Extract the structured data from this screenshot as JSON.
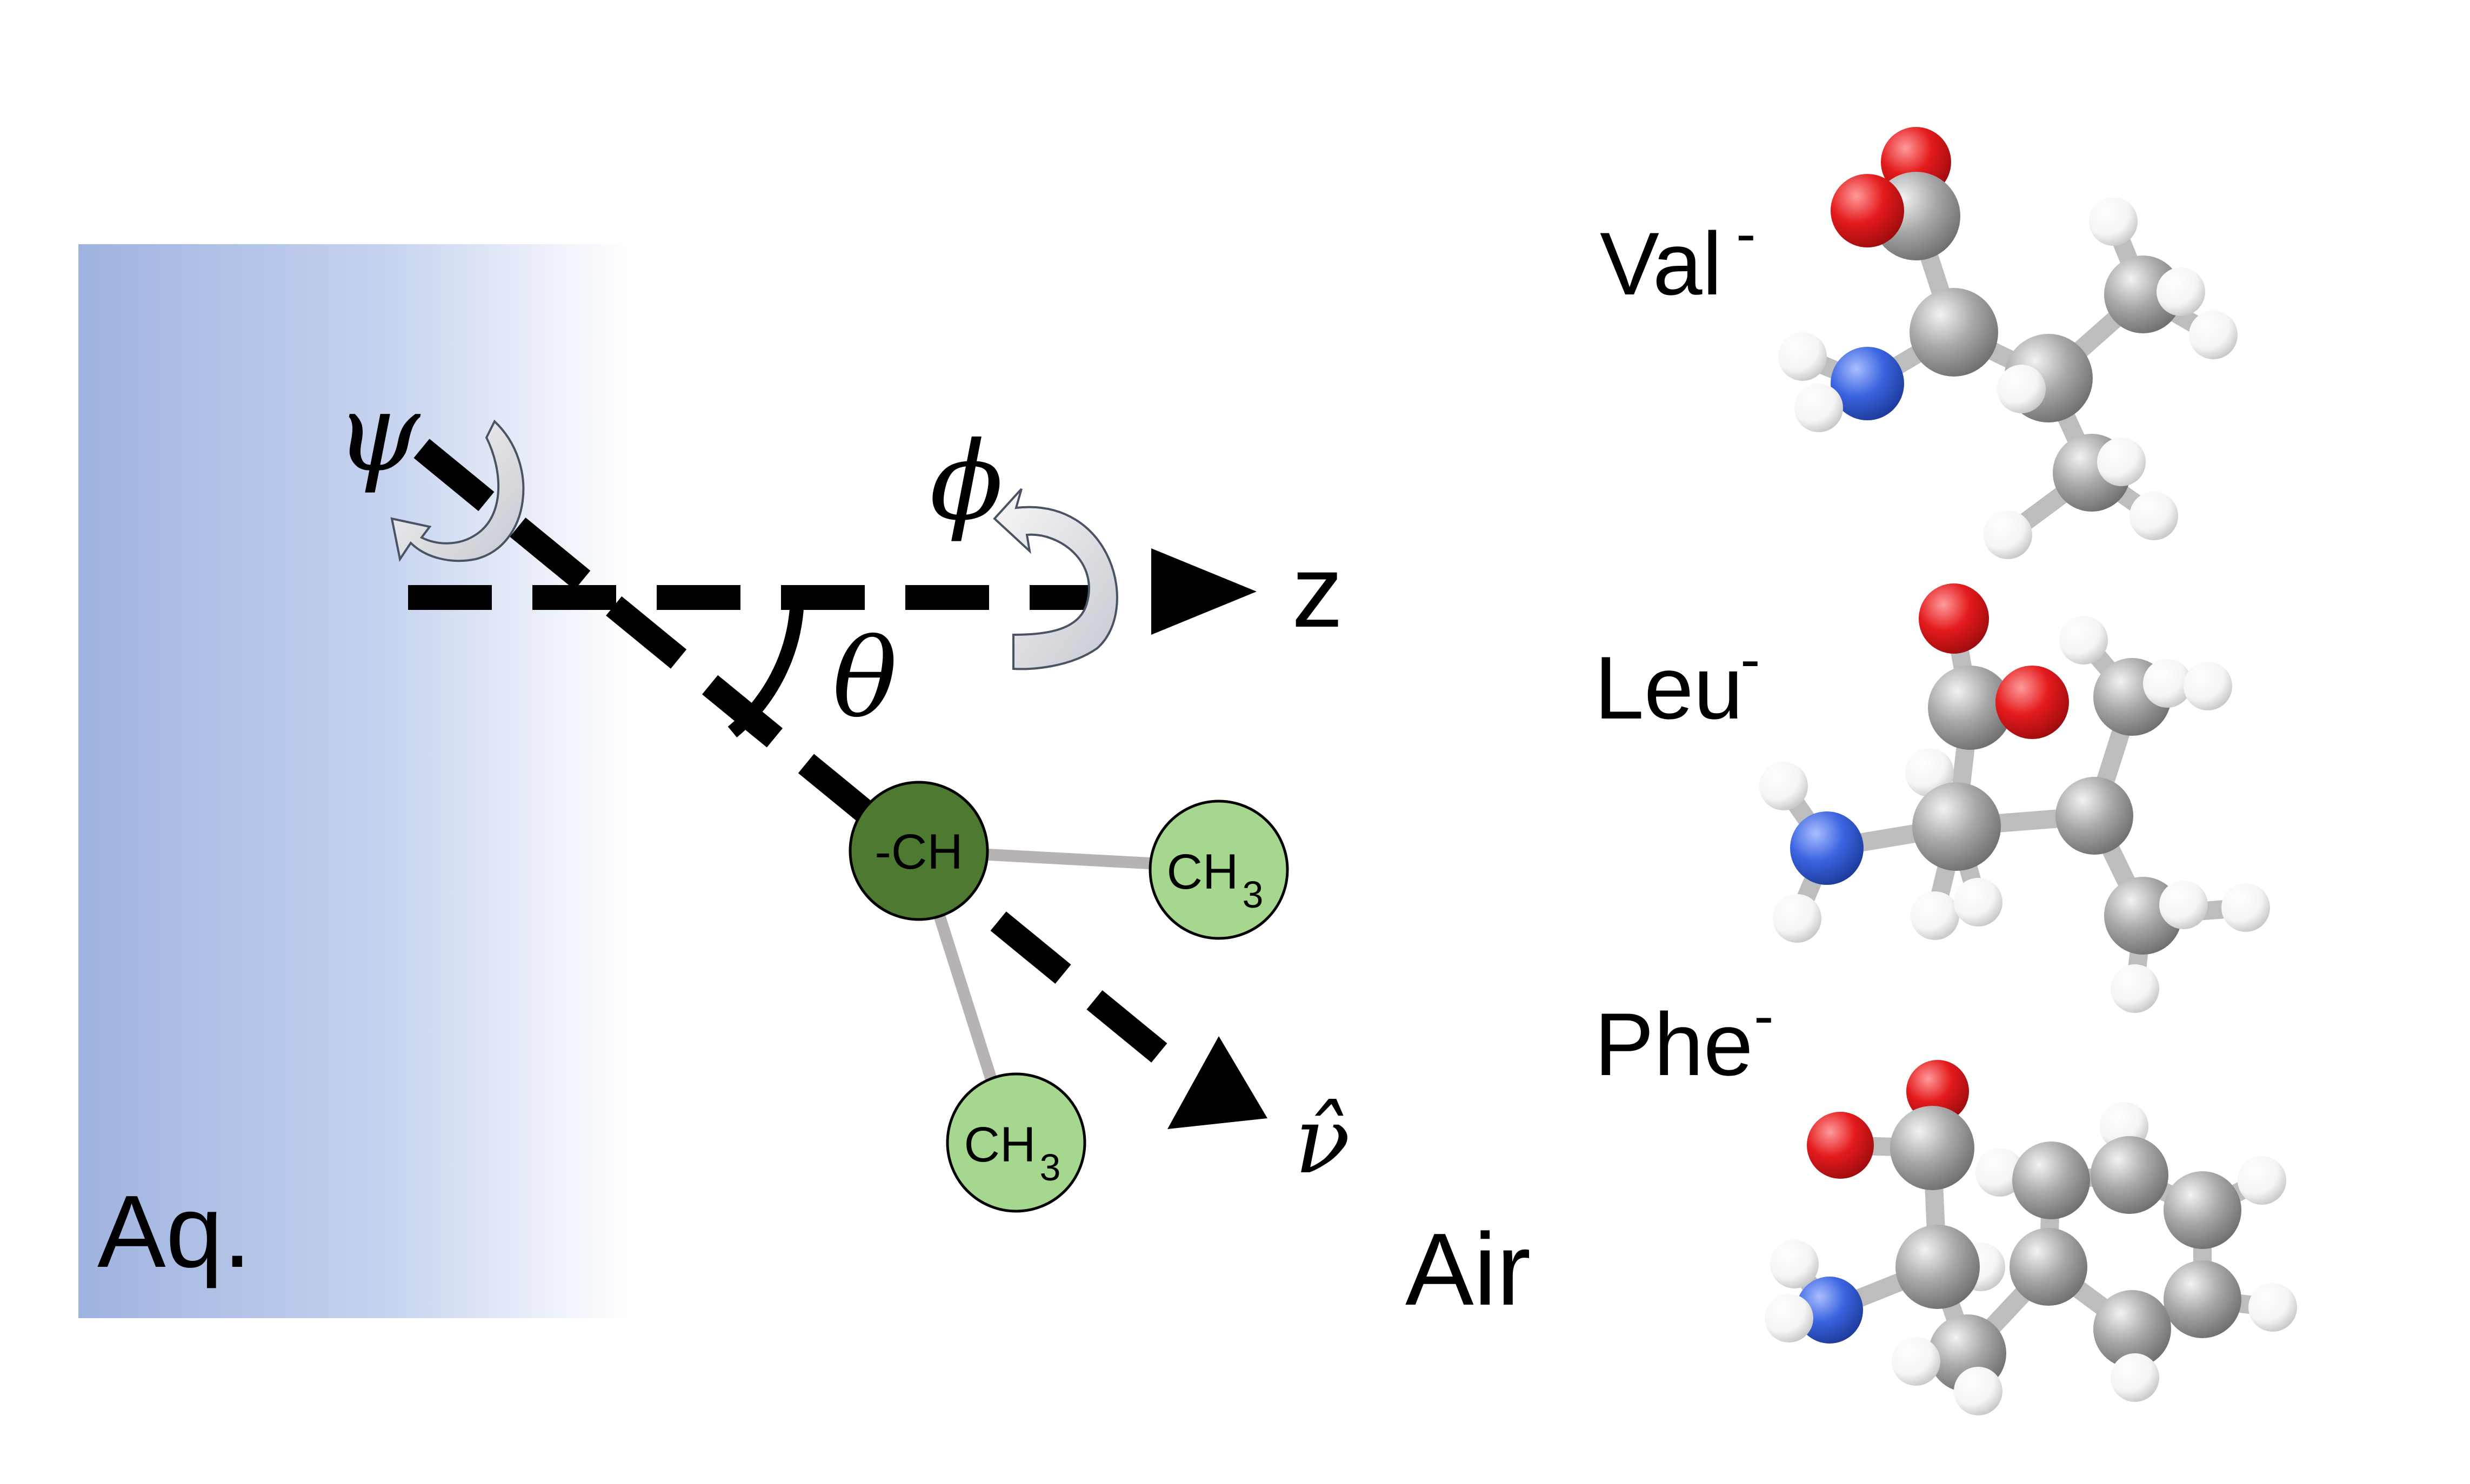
{
  "labels": {
    "aqueous": "Aq.",
    "air": "Air",
    "axis_z": "z",
    "psi": "ψ",
    "phi": "ϕ",
    "theta": "θ",
    "nu_hat": "ν̂",
    "ch_group": "-CH",
    "ch3_group": "CH",
    "ch3_subscript": "3"
  },
  "molecules": [
    {
      "name": "Val",
      "charge": "-"
    },
    {
      "name": "Leu",
      "charge": "-"
    },
    {
      "name": "Phe",
      "charge": "-"
    }
  ],
  "colors": {
    "aqueous_gradient_start": "#9fb3e0",
    "aqueous_gradient_end": "#ffffff",
    "ch_dark_green": "#4d7a30",
    "ch3_light_green": "#a6d78f",
    "oxygen_red": "#e41a1c",
    "nitrogen_blue": "#3b64e0",
    "carbon_gray": "#a3a3a3",
    "hydrogen_white": "#ffffff"
  }
}
